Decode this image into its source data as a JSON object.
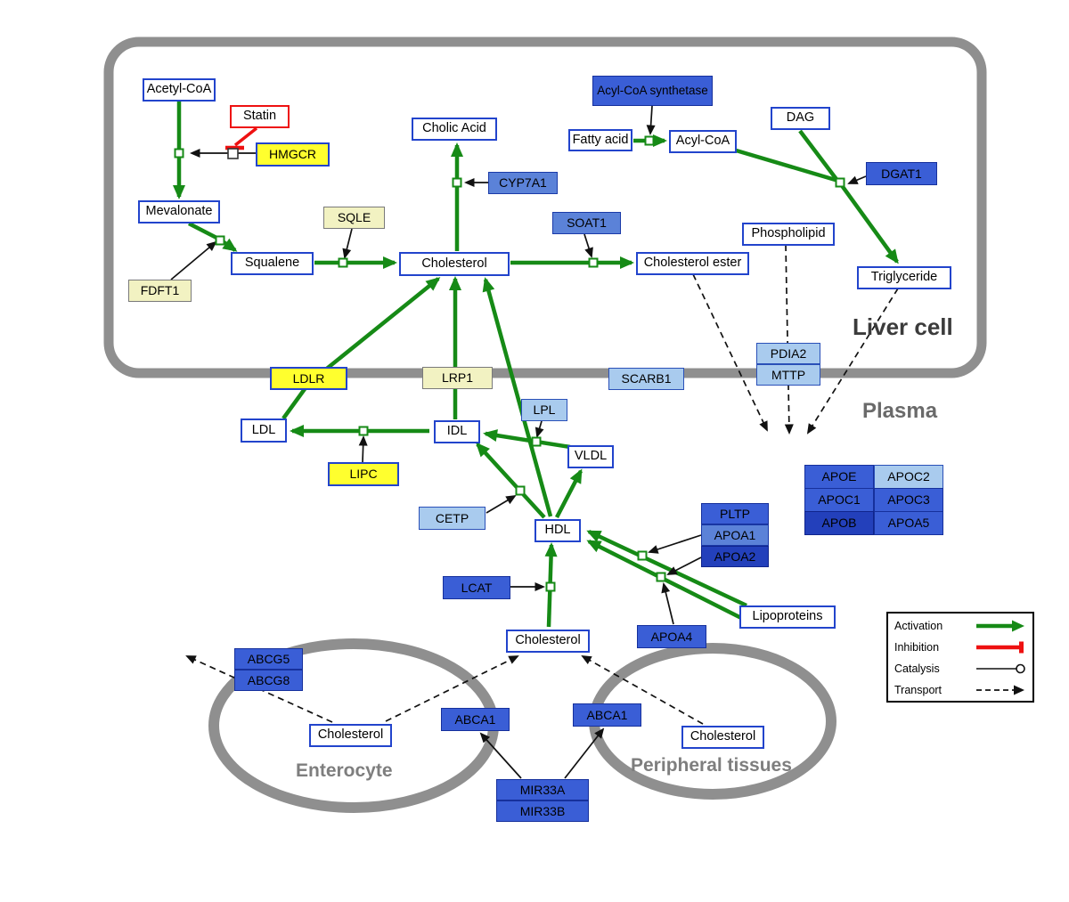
{
  "compartments": {
    "liver": {
      "label": "Liver cell"
    },
    "plasma": {
      "label": "Plasma"
    },
    "enterocyte": {
      "label": "Enterocyte"
    },
    "peripheral": {
      "label": "Peripheral tissues"
    }
  },
  "nodes": {
    "acetyl_coa": {
      "label": "Acetyl-CoA"
    },
    "statin": {
      "label": "Statin"
    },
    "hmgcr": {
      "label": "HMGCR"
    },
    "mevalonate": {
      "label": "Mevalonate"
    },
    "fdft1": {
      "label": "FDFT1"
    },
    "squalene": {
      "label": "Squalene"
    },
    "sqle": {
      "label": "SQLE"
    },
    "cholesterol_liver": {
      "label": "Cholesterol"
    },
    "cholic_acid": {
      "label": "Cholic Acid"
    },
    "cyp7a1": {
      "label": "CYP7A1"
    },
    "soat1": {
      "label": "SOAT1"
    },
    "cholesterol_ester": {
      "label": "Cholesterol ester"
    },
    "acyl_coa_synthetase": {
      "label": "Acyl-CoA synthetase"
    },
    "fatty_acid": {
      "label": "Fatty acid"
    },
    "acyl_coa": {
      "label": "Acyl-CoA"
    },
    "dag": {
      "label": "DAG"
    },
    "dgat1": {
      "label": "DGAT1"
    },
    "phospholipid": {
      "label": "Phospholipid"
    },
    "triglyceride": {
      "label": "Triglyceride"
    },
    "pdia2": {
      "label": "PDIA2"
    },
    "mttp": {
      "label": "MTTP"
    },
    "ldlr": {
      "label": "LDLR"
    },
    "lrp1": {
      "label": "LRP1"
    },
    "scarb1": {
      "label": "SCARB1"
    },
    "ldl": {
      "label": "LDL"
    },
    "idl": {
      "label": "IDL"
    },
    "lipc": {
      "label": "LIPC"
    },
    "lpl": {
      "label": "LPL"
    },
    "vldl": {
      "label": "VLDL"
    },
    "cetp": {
      "label": "CETP"
    },
    "hdl": {
      "label": "HDL"
    },
    "lcat": {
      "label": "LCAT"
    },
    "pltp": {
      "label": "PLTP"
    },
    "apoa1": {
      "label": "APOA1"
    },
    "apoa2": {
      "label": "APOA2"
    },
    "apoa4": {
      "label": "APOA4"
    },
    "lipoproteins": {
      "label": "Lipoproteins"
    },
    "apoe": {
      "label": "APOE"
    },
    "apoc2": {
      "label": "APOC2"
    },
    "apoc1": {
      "label": "APOC1"
    },
    "apoc3": {
      "label": "APOC3"
    },
    "apob": {
      "label": "APOB"
    },
    "apoa5": {
      "label": "APOA5"
    },
    "cholesterol_plasma": {
      "label": "Cholesterol"
    },
    "abcg5": {
      "label": "ABCG5"
    },
    "abcg8": {
      "label": "ABCG8"
    },
    "cholesterol_enterocyte": {
      "label": "Cholesterol"
    },
    "abca1_enterocyte": {
      "label": "ABCA1"
    },
    "abca1_peripheral": {
      "label": "ABCA1"
    },
    "cholesterol_peripheral": {
      "label": "Cholesterol"
    },
    "mir33a": {
      "label": "MIR33A"
    },
    "mir33b": {
      "label": "MIR33B"
    }
  },
  "legend": {
    "activation": "Activation",
    "inhibition": "Inhibition",
    "catalysis": "Catalysis",
    "transport": "Transport"
  },
  "colors": {
    "activation": "#168a16",
    "inhibition": "#ee1111",
    "membrane": "#8f8f8f",
    "metabolite_border": "#2244cc",
    "gene_yellow": "#ffff2e",
    "gene_blue": "#3a5ed6",
    "gene_blue_light": "#a9cbee"
  }
}
